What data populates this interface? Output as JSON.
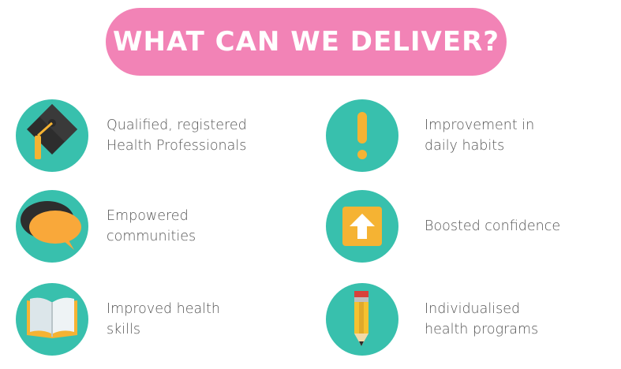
{
  "header": {
    "title": "WHAT CAN WE DELIVER?"
  },
  "colors": {
    "title_pill": "#f283b6",
    "icon_circle": "#38c0ad",
    "label_text": "#555555"
  },
  "items": [
    {
      "icon": "graduation-cap-icon",
      "line1": "Qualified, registered",
      "line2": "Health Professionals"
    },
    {
      "icon": "exclamation-icon",
      "line1": "Improvement in",
      "line2": "daily habits"
    },
    {
      "icon": "speech-bubble-icon",
      "line1": "Empowered",
      "line2": "communities"
    },
    {
      "icon": "up-arrow-icon",
      "line1": "Boosted confidence",
      "line2": ""
    },
    {
      "icon": "open-book-icon",
      "line1": "Improved health",
      "line2": "skills"
    },
    {
      "icon": "pencil-icon",
      "line1": "Individualised",
      "line2": "health programs"
    }
  ]
}
